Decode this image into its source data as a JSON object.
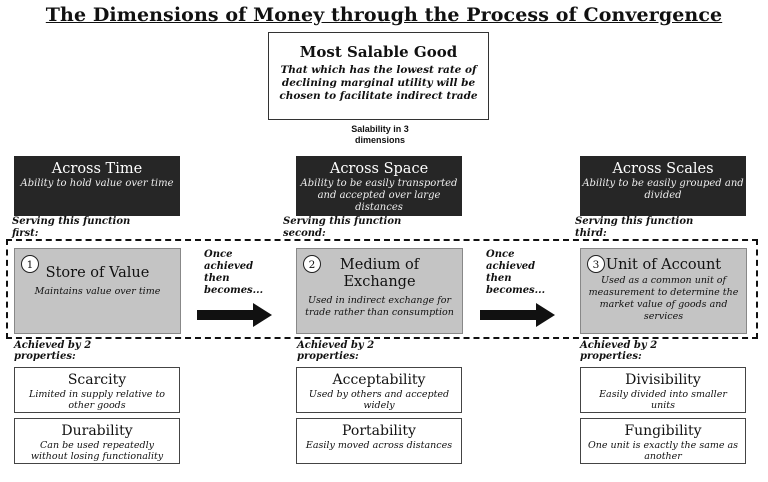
{
  "title": "The Dimensions of Money through the Process of Convergence",
  "top_box": {
    "heading": "Most Salable Good",
    "desc": "That which has the lowest rate of declining marginal utility will be chosen to facilitate indirect trade"
  },
  "salability_label": "Salability in 3 dimensions",
  "columns": [
    {
      "dimension": {
        "heading": "Across Time",
        "desc": "Ability to hold value over time"
      },
      "serving": "Serving this function first:",
      "function": {
        "number": "1",
        "heading": "Store of Value",
        "desc": "Maintains value over time"
      },
      "achieved": "Achieved by 2 properties:",
      "properties": [
        {
          "heading": "Scarcity",
          "desc": "Limited in supply relative to other goods"
        },
        {
          "heading": "Durability",
          "desc": "Can be used repeatedly without losing functionality"
        }
      ]
    },
    {
      "dimension": {
        "heading": "Across Space",
        "desc": "Ability to be easily transported and accepted over large distances"
      },
      "serving": "Serving this function second:",
      "function": {
        "number": "2",
        "heading": "Medium of Exchange",
        "desc": "Used in indirect exchange for trade rather than consumption"
      },
      "achieved": "Achieved by 2 properties:",
      "properties": [
        {
          "heading": "Acceptability",
          "desc": "Used by others and accepted widely"
        },
        {
          "heading": "Portability",
          "desc": "Easily moved across distances"
        }
      ]
    },
    {
      "dimension": {
        "heading": "Across Scales",
        "desc": "Ability to be easily grouped and divided"
      },
      "serving": "Serving this function third:",
      "function": {
        "number": "3",
        "heading": "Unit of Account",
        "desc": "Used as a common unit of measurement to determine the market value of goods and services"
      },
      "achieved": "Achieved by 2 properties:",
      "properties": [
        {
          "heading": "Divisibility",
          "desc": "Easily divided into smaller units"
        },
        {
          "heading": "Fungibility",
          "desc": "One unit is exactly the same as another"
        }
      ]
    }
  ],
  "transitions": [
    "Once achieved then becomes...",
    "Once achieved then becomes..."
  ]
}
